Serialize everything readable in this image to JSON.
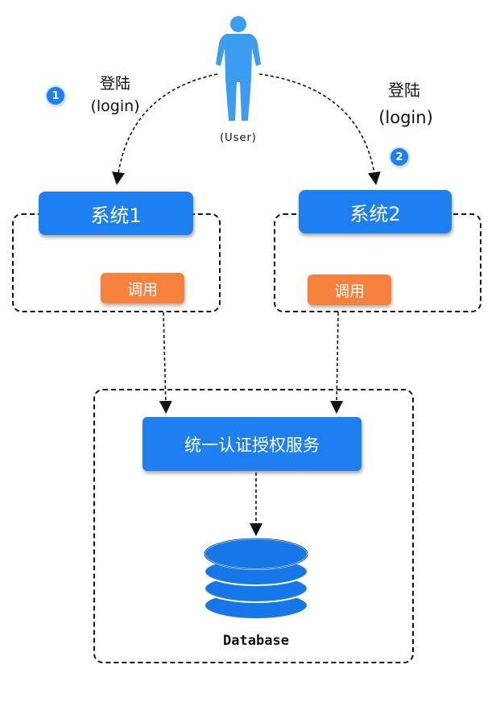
{
  "user": {
    "label": "(User)",
    "icon": "person-icon"
  },
  "login_left": {
    "title": "登陆",
    "subtitle": "(login)",
    "step": "1"
  },
  "login_right": {
    "title": "登陆",
    "subtitle": "(login)",
    "step": "2"
  },
  "system1": {
    "title": "系统1",
    "call_label": "调用"
  },
  "system2": {
    "title": "系统2",
    "call_label": "调用"
  },
  "auth_service": {
    "title": "统一认证授权服务"
  },
  "database": {
    "label": "Database",
    "icon": "database-icon"
  },
  "colors": {
    "primary_blue": "#1e7ff0",
    "call_orange": "#f5813d",
    "user_blue": "#3b9cf0"
  }
}
